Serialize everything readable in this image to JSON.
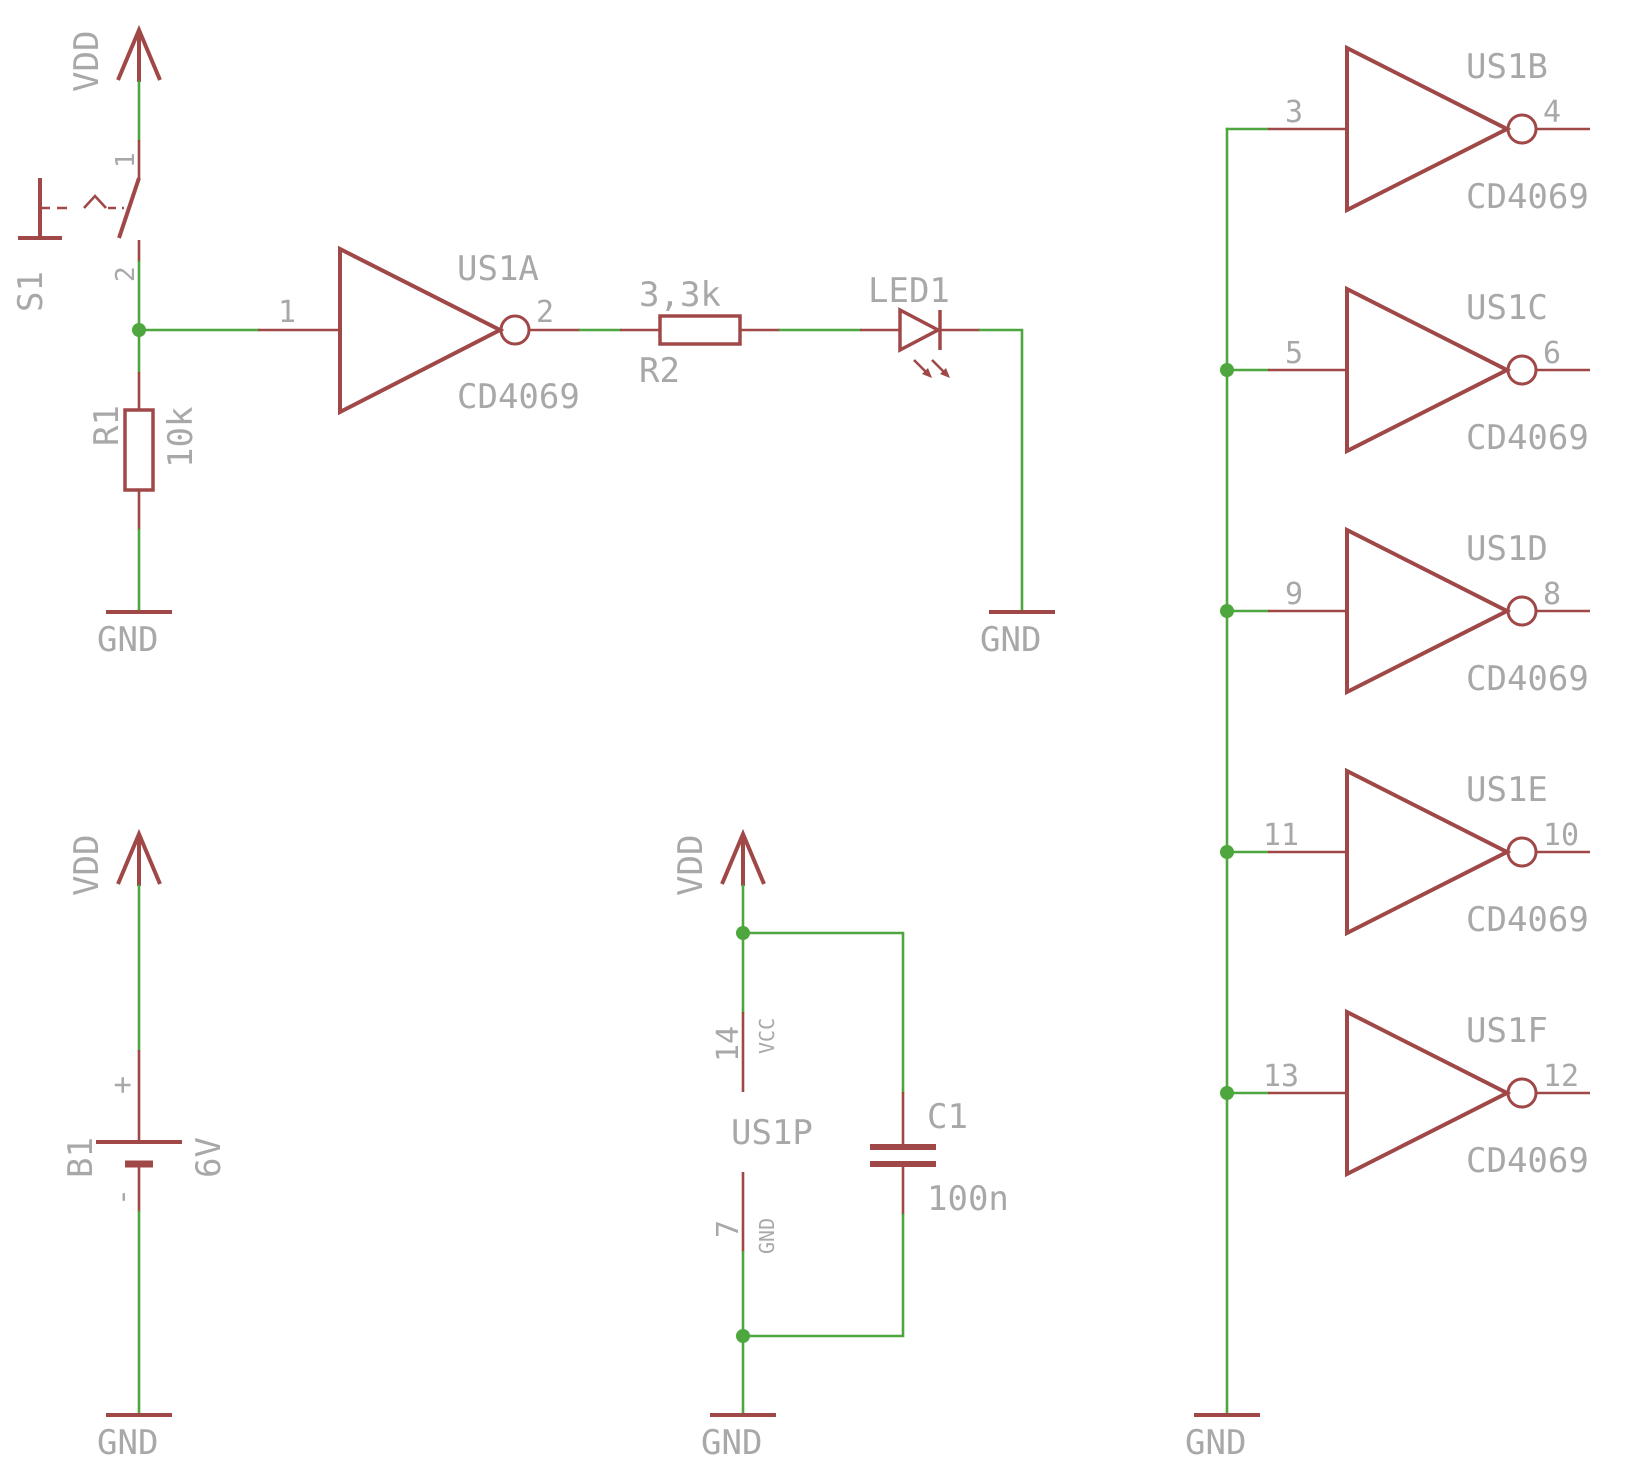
{
  "schematic": {
    "supply_label": "VDD",
    "ground_label": "GND",
    "switch": {
      "ref": "S1",
      "pin1": "1",
      "pin2": "2"
    },
    "r1": {
      "ref": "R1",
      "value": "10k"
    },
    "r2": {
      "ref": "R2",
      "value": "3,3k"
    },
    "led": {
      "ref": "LED1"
    },
    "battery": {
      "ref": "B1",
      "value": "6V",
      "plus": "+",
      "minus": "-"
    },
    "capacitor": {
      "ref": "C1",
      "value": "100n"
    },
    "power_unit": {
      "ref": "US1P",
      "vcc_pin": "14",
      "vcc_name": "VCC",
      "gnd_pin": "7",
      "gnd_name": "GND"
    },
    "gates": [
      {
        "ref": "US1A",
        "part": "CD4069",
        "in": "1",
        "out": "2"
      },
      {
        "ref": "US1B",
        "part": "CD4069",
        "in": "3",
        "out": "4"
      },
      {
        "ref": "US1C",
        "part": "CD4069",
        "in": "5",
        "out": "6"
      },
      {
        "ref": "US1D",
        "part": "CD4069",
        "in": "9",
        "out": "8"
      },
      {
        "ref": "US1E",
        "part": "CD4069",
        "in": "11",
        "out": "10"
      },
      {
        "ref": "US1F",
        "part": "CD4069",
        "in": "13",
        "out": "12"
      }
    ]
  }
}
